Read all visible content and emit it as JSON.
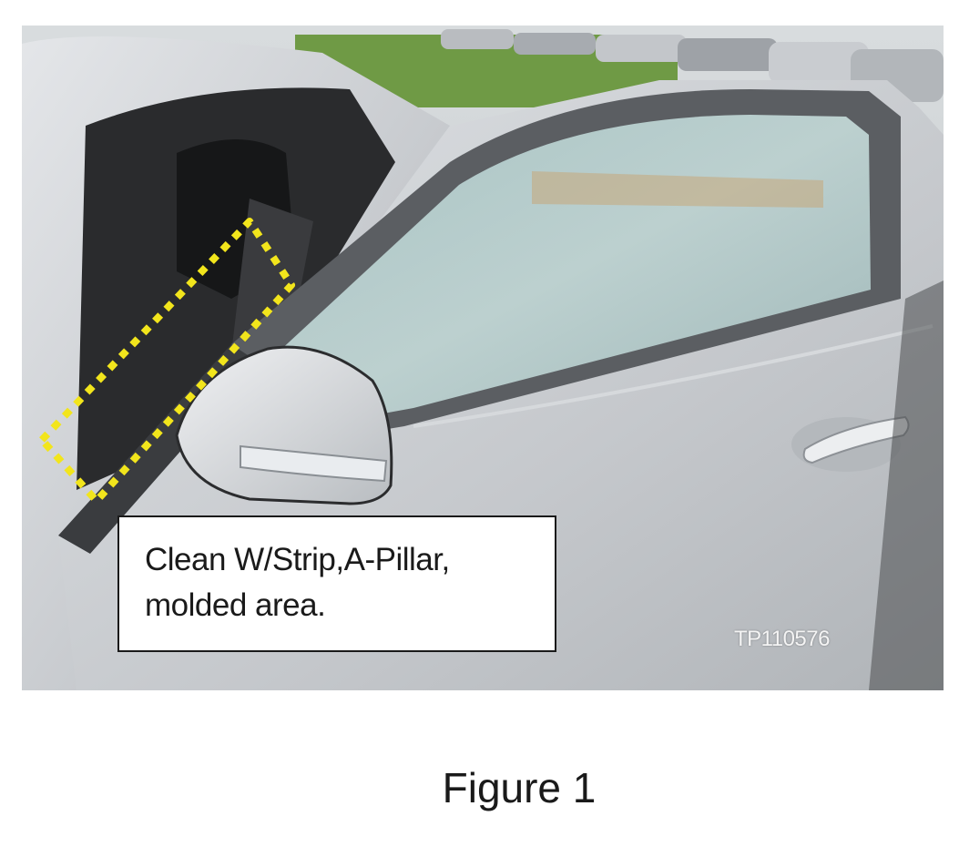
{
  "figure": {
    "callout_line_1": "Clean W/Strip,A-Pillar,",
    "callout_line_2": "molded area.",
    "photo_id": "TP110576",
    "caption": "Figure 1"
  },
  "colors": {
    "highlight_outline": "#f2e51c",
    "car_body": "#c9ccd0",
    "frame_border": "#1a1a1a"
  }
}
